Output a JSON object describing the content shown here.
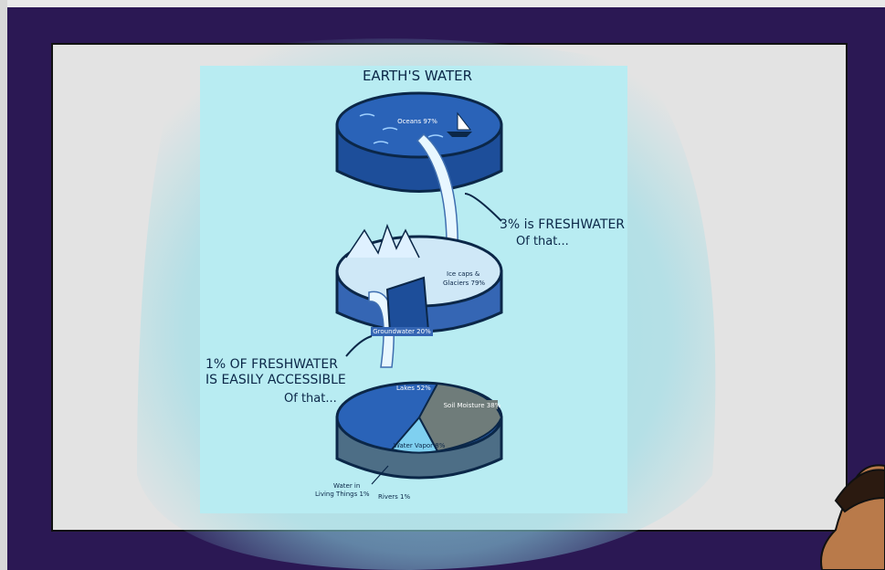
{
  "diagram": {
    "title": "EARTH'S WATER",
    "oceans": "Oceans 97%",
    "freshwater": "3% is FRESHWATER",
    "of_that_1": "Of that...",
    "ice": [
      "Ice caps &",
      "Glaciers 79%"
    ],
    "groundwater": "Groundwater 20%",
    "accessible": [
      "1% OF FRESHWATER",
      "IS EASILY ACCESSIBLE"
    ],
    "of_that_2": "Of that...",
    "lakes": "Lakes 52%",
    "soil": "Soil Moisture 38%",
    "vapor": "Water Vapor 8%",
    "living": [
      "Water in",
      "Living Things 1%"
    ],
    "rivers": "Rivers 1%"
  },
  "colors": {
    "frame": "#2b1854",
    "screen": "#e3e3e3",
    "poster_bg": "#b8ecf2",
    "ocean": "#2a63b8",
    "ice": "#cfe8f7",
    "soil": "#6f7c7a"
  }
}
